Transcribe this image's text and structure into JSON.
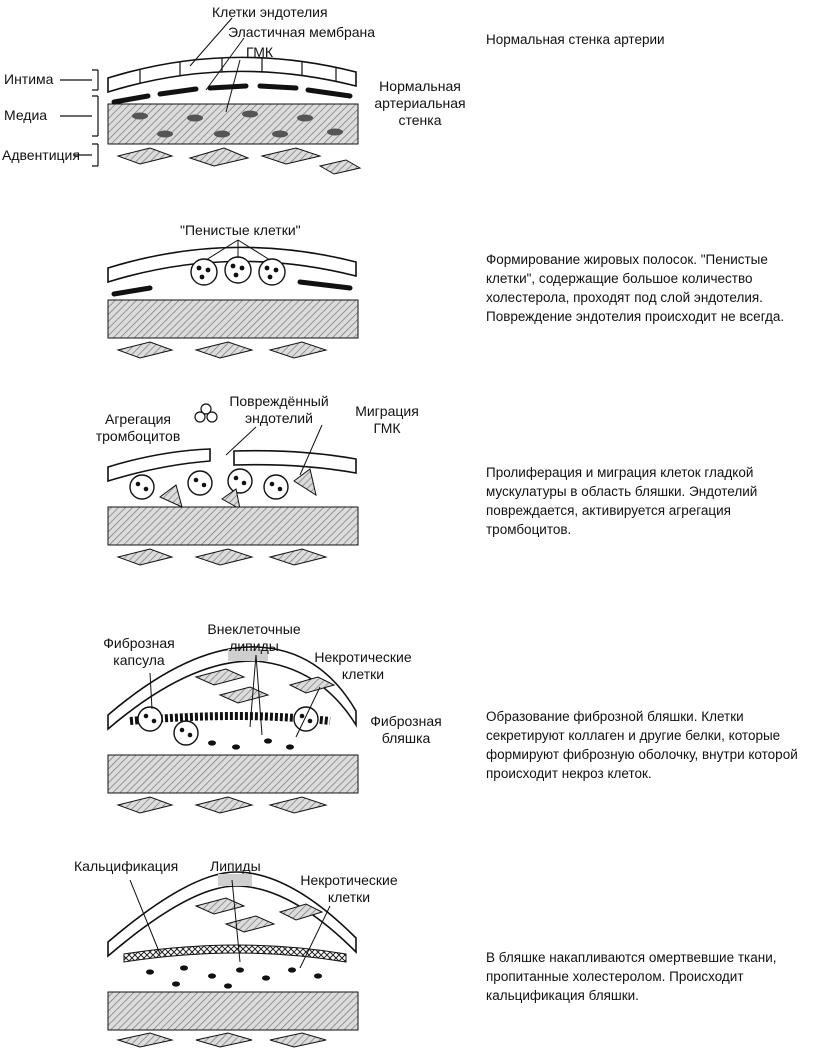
{
  "stages": [
    {
      "id": "normal",
      "labels": {
        "endothelial_cells": "Клетки эндотелия",
        "elastic_membrane": "Эластичная мембрана",
        "smc": "ГМК",
        "intima": "Интима",
        "media": "Медиа",
        "adventitia": "Адвентиция",
        "side": "Нормальная артериальная стенка"
      },
      "description": "Нормальная стенка артерии"
    },
    {
      "id": "fatty-streak",
      "labels": {
        "foam_cells": "\"Пенистые клетки\""
      },
      "description": "Формирование жировых полосок. \"Пенистые клетки\", содержащие большое количество холестерола, проходят под слой эндотелия. Повреждение эндотелия происходит не всегда."
    },
    {
      "id": "proliferation",
      "labels": {
        "platelet_aggregation": "Агрегация тромбоцитов",
        "damaged_endothelium": "Повреждённый эндотелий",
        "smc_migration": "Миграция ГМК"
      },
      "description": "Пролиферация и миграция клеток гладкой мускулатуры в область бляшки. Эндотелий повреждается, активируется агрегация тромбоцитов."
    },
    {
      "id": "fibrous-plaque",
      "labels": {
        "fibrous_capsule": "Фиброзная капсула",
        "extracellular_lipids": "Внеклеточные липиды",
        "necrotic_cells": "Некротические клетки",
        "fibrous_plaque": "Фиброзная бляшка"
      },
      "description": "Образование фиброзной бляшки. Клетки секретируют коллаген и другие белки, которые формируют фиброзную оболочку, внутри которой происходит некроз клеток."
    },
    {
      "id": "calcification",
      "labels": {
        "calcification": "Кальцификация",
        "lipids": "Липиды",
        "necrotic_cells": "Некротические клетки"
      },
      "description": "В бляшке накапливаются омертвевшие ткани, пропитанные холестеролом. Происходит кальцификация бляшки."
    }
  ]
}
